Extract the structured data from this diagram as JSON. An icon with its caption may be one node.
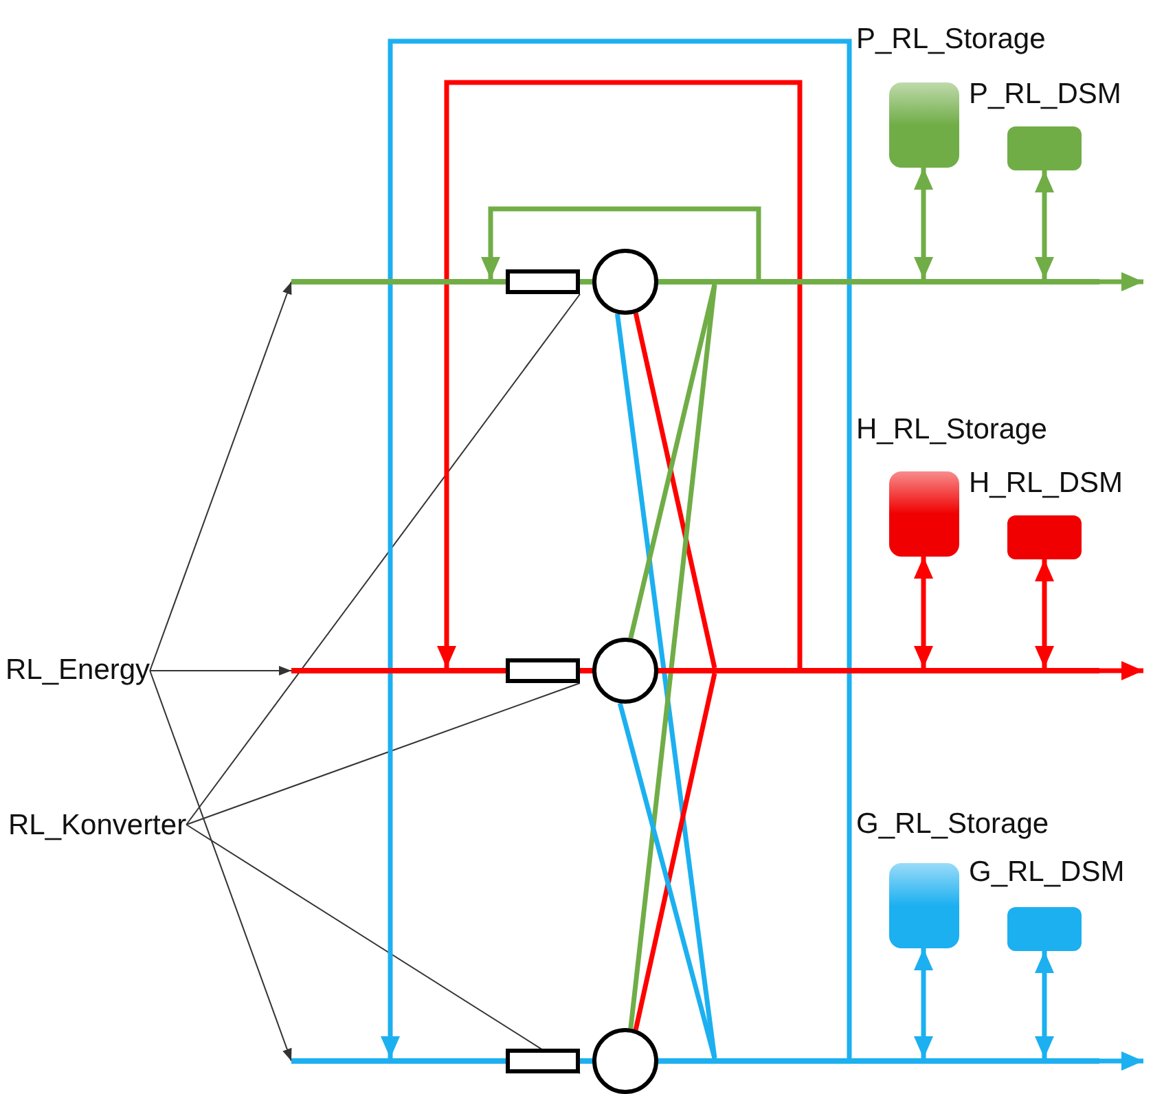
{
  "diagram": {
    "nodes": [
      {
        "text": [
          "P_RL_Storage"
        ]
      },
      {
        "text": [
          "P_RL_DSM"
        ]
      },
      {
        "text": [],
        "shape": "bar"
      },
      {
        "text": [],
        "shape": "box"
      },
      {
        "text": [],
        "shape": "circle"
      },
      {
        "text": [
          "H_RL_Storage"
        ]
      },
      {
        "text": [
          "H_RL_DSM"
        ]
      },
      {
        "text": [
          "RL_Energy"
        ]
      },
      {
        "text": [],
        "shape": "bar"
      },
      {
        "text": [],
        "shape": "box"
      },
      {
        "text": [],
        "shape": "circle"
      },
      {
        "text": [
          "RL_Konverter"
        ]
      },
      {
        "text": [
          "G_RL_Storage"
        ]
      },
      {
        "text": [
          "G_RL_DSM"
        ]
      },
      {
        "text": [],
        "shape": "bar"
      },
      {
        "text": [],
        "shape": "box"
      },
      {
        "text": [],
        "shape": "circle"
      }
    ],
    "edges": [
      {
        "from": 7,
        "to": 2,
        "arrow": "to"
      },
      {
        "from": 7,
        "to": 8,
        "arrow": "to"
      },
      {
        "from": 7,
        "to": 14,
        "arrow": "to"
      },
      {
        "from": 11,
        "to": 3,
        "arrow": "none"
      },
      {
        "from": 11,
        "to": 9,
        "arrow": "none"
      },
      {
        "from": 11,
        "to": 15,
        "arrow": "none"
      },
      {
        "from": 0,
        "to": 2,
        "arrow": "both",
        "color": "#70ad47"
      },
      {
        "from": 1,
        "to": 2,
        "arrow": "both",
        "color": "#70ad47"
      },
      {
        "from": 2,
        "to": null,
        "arrow": "to",
        "color": "#70ad47"
      },
      {
        "from": 2,
        "to": 2,
        "arrow": "to",
        "color": "#70ad47"
      },
      {
        "from": 8,
        "to": 8,
        "arrow": "to",
        "color": "#ff0000"
      },
      {
        "from": 14,
        "to": 14,
        "arrow": "to",
        "color": "#1cb0f0"
      },
      {
        "from": 4,
        "to": 8,
        "arrow": "none",
        "color": "#ff0000"
      },
      {
        "from": 4,
        "to": 14,
        "arrow": "none",
        "color": "#1cb0f0"
      },
      {
        "from": 2,
        "to": 10,
        "arrow": "none",
        "color": "#70ad47"
      },
      {
        "from": 2,
        "to": 16,
        "arrow": "none",
        "color": "#70ad47"
      },
      {
        "from": 8,
        "to": 16,
        "arrow": "none",
        "color": "#ff0000"
      },
      {
        "from": 10,
        "to": 14,
        "arrow": "none",
        "color": "#1cb0f0"
      },
      {
        "from": 5,
        "to": 8,
        "arrow": "both",
        "color": "#ff0000"
      },
      {
        "from": 6,
        "to": 8,
        "arrow": "both",
        "color": "#ff0000"
      },
      {
        "from": 8,
        "to": null,
        "arrow": "to",
        "color": "#ff0000"
      },
      {
        "from": 12,
        "to": 14,
        "arrow": "both",
        "color": "#1cb0f0"
      },
      {
        "from": 13,
        "to": 14,
        "arrow": "both",
        "color": "#1cb0f0"
      },
      {
        "from": 14,
        "to": null,
        "arrow": "to",
        "color": "#1cb0f0"
      }
    ]
  }
}
